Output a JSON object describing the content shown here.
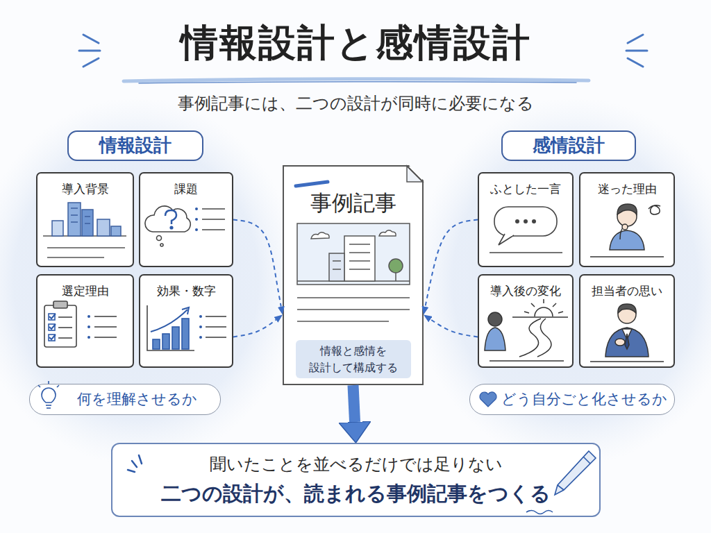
{
  "diagram": {
    "title": "情報設計と感情設計",
    "nodes": [
      {
        "text": [
          "情報設計"
        ]
      },
      {
        "text": [
          "導入背景"
        ]
      },
      {
        "text": [
          "課題"
        ]
      },
      {
        "text": [
          "選定理由"
        ]
      },
      {
        "text": [
          "効果・数字"
        ]
      },
      {
        "text": [
          "何を理解させるか"
        ]
      },
      {
        "text": [
          "事例記事"
        ]
      },
      {
        "text": [
          "情報と感情を 設計して構成する"
        ],
        "in": 6
      },
      {
        "text": [
          "感情設計"
        ]
      },
      {
        "text": [
          "ふとした一言"
        ]
      },
      {
        "text": [
          "迷った理由"
        ]
      },
      {
        "text": [
          "導入後の変化"
        ]
      },
      {
        "text": [
          "担当者の思い"
        ]
      },
      {
        "text": [
          "どう自分ごと化させるか"
        ]
      },
      {
        "text": [
          "聞いたことを並べるだけでは足りない",
          "二つの設計が、読まれる事例記事をつくる"
        ]
      }
    ],
    "edges": [
      {
        "from": 2,
        "to": 6,
        "arrow": "to"
      },
      {
        "from": 4,
        "to": 6,
        "arrow": "to"
      },
      {
        "from": 9,
        "to": 6,
        "arrow": "to"
      },
      {
        "from": 11,
        "to": 6,
        "arrow": "to"
      },
      {
        "from": 6,
        "to": 14,
        "arrow": "to"
      }
    ],
    "labels": [
      "事例記事には、二つの設計が同時に必要になる"
    ]
  }
}
